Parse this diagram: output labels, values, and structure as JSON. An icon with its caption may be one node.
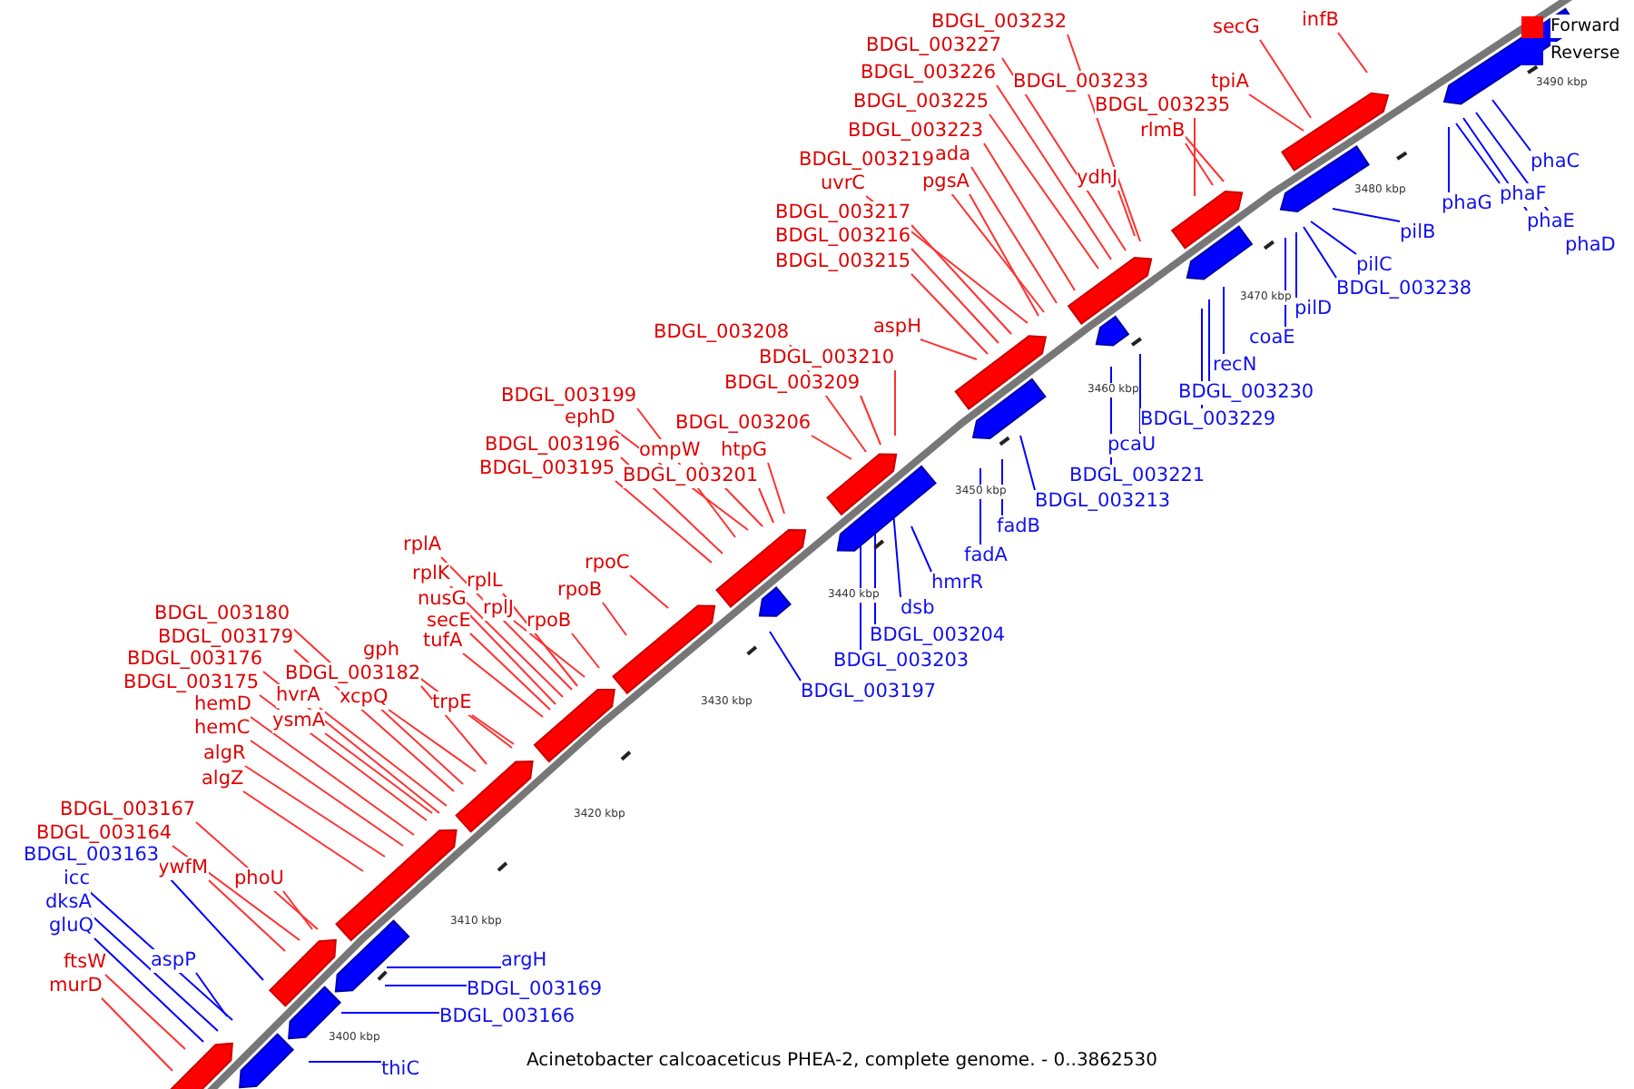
{
  "diagram": {
    "caption": "Acinetobacter calcoaceticus PHEA-2, complete genome. - 0..3862530",
    "nodes": [
      {
        "text": [
          "BDGL_003232"
        ]
      },
      {
        "text": [
          "infB"
        ]
      },
      {
        "text": [
          "secG"
        ]
      },
      {
        "text": [
          "BDGL_003227"
        ]
      },
      {
        "text": [
          "BDGL_003226"
        ]
      },
      {
        "text": [
          "BDGL_003233"
        ]
      },
      {
        "text": [
          "tpiA"
        ]
      },
      {
        "text": [
          "BDGL_003225"
        ]
      },
      {
        "text": [
          "BDGL_003235"
        ]
      },
      {
        "text": [
          "BDGL_003223"
        ]
      },
      {
        "text": [
          "rlmB"
        ]
      },
      {
        "text": [
          "BDGL_003219"
        ]
      },
      {
        "text": [
          "ada"
        ]
      },
      {
        "text": [
          "uvrC"
        ]
      },
      {
        "text": [
          "pgsA"
        ]
      },
      {
        "text": [
          "ydhJ"
        ]
      },
      {
        "text": [
          "BDGL_003217"
        ]
      },
      {
        "text": [
          "BDGL_003216"
        ]
      },
      {
        "text": [
          "BDGL_003215"
        ]
      },
      {
        "text": [
          "aspH"
        ]
      },
      {
        "text": [
          "BDGL_003208"
        ]
      },
      {
        "text": [
          "BDGL_003210"
        ]
      },
      {
        "text": [
          "BDGL_003209"
        ]
      },
      {
        "text": [
          "BDGL_003199"
        ]
      },
      {
        "text": [
          "ephD"
        ]
      },
      {
        "text": [
          "BDGL_003206"
        ]
      },
      {
        "text": [
          "BDGL_003196"
        ]
      },
      {
        "text": [
          "ompW"
        ]
      },
      {
        "text": [
          "htpG"
        ]
      },
      {
        "text": [
          "BDGL_003195"
        ]
      },
      {
        "text": [
          "BDGL_003201"
        ]
      },
      {
        "text": [
          "rplA"
        ]
      },
      {
        "text": [
          "rpoC"
        ]
      },
      {
        "text": [
          "rplK"
        ]
      },
      {
        "text": [
          "rplL"
        ]
      },
      {
        "text": [
          "rpoB"
        ]
      },
      {
        "text": [
          "nusG"
        ]
      },
      {
        "text": [
          "rplJ"
        ]
      },
      {
        "text": [
          "secE"
        ]
      },
      {
        "text": [
          "rpoB"
        ]
      },
      {
        "text": [
          "tufA"
        ]
      },
      {
        "text": [
          "BDGL_003180"
        ]
      },
      {
        "text": [
          "BDGL_003179"
        ]
      },
      {
        "text": [
          "gph"
        ]
      },
      {
        "text": [
          "BDGL_003176"
        ]
      },
      {
        "text": [
          "BDGL_003182"
        ]
      },
      {
        "text": [
          "BDGL_003175"
        ]
      },
      {
        "text": [
          "hvrA"
        ]
      },
      {
        "text": [
          "xcpQ"
        ]
      },
      {
        "text": [
          "hemD"
        ]
      },
      {
        "text": [
          "trpE"
        ]
      },
      {
        "text": [
          "ysmA"
        ]
      },
      {
        "text": [
          "hemC"
        ]
      },
      {
        "text": [
          "algR"
        ]
      },
      {
        "text": [
          "algZ"
        ]
      },
      {
        "text": [
          "BDGL_003167"
        ]
      },
      {
        "text": [
          "BDGL_003164"
        ]
      },
      {
        "text": [
          "ywfM"
        ]
      },
      {
        "text": [
          "phoU"
        ]
      },
      {
        "text": [
          "ftsW"
        ]
      },
      {
        "text": [
          "murD"
        ]
      },
      {
        "text": [
          "phaC"
        ]
      },
      {
        "text": [
          "phaG"
        ]
      },
      {
        "text": [
          "phaF"
        ]
      },
      {
        "text": [
          "phaE"
        ]
      },
      {
        "text": [
          "phaD"
        ]
      },
      {
        "text": [
          "pilB"
        ]
      },
      {
        "text": [
          "pilC"
        ]
      },
      {
        "text": [
          "BDGL_003238"
        ]
      },
      {
        "text": [
          "pilD"
        ]
      },
      {
        "text": [
          "coaE"
        ]
      },
      {
        "text": [
          "recN"
        ]
      },
      {
        "text": [
          "BDGL_003230"
        ]
      },
      {
        "text": [
          "BDGL_003229"
        ]
      },
      {
        "text": [
          "pcaU"
        ]
      },
      {
        "text": [
          "BDGL_003221"
        ]
      },
      {
        "text": [
          "BDGL_003213"
        ]
      },
      {
        "text": [
          "fadB"
        ]
      },
      {
        "text": [
          "fadA"
        ]
      },
      {
        "text": [
          "hmrR"
        ]
      },
      {
        "text": [
          "dsb"
        ]
      },
      {
        "text": [
          "BDGL_003204"
        ]
      },
      {
        "text": [
          "BDGL_003203"
        ]
      },
      {
        "text": [
          "BDGL_003197"
        ]
      },
      {
        "text": [
          "BDGL_003163"
        ]
      },
      {
        "text": [
          "icc"
        ]
      },
      {
        "text": [
          "dksA"
        ]
      },
      {
        "text": [
          "gluQ"
        ]
      },
      {
        "text": [
          "aspP"
        ]
      },
      {
        "text": [
          "argH"
        ]
      },
      {
        "text": [
          "BDGL_003169"
        ]
      },
      {
        "text": [
          "BDGL_003166"
        ]
      },
      {
        "text": [
          "thiC"
        ]
      }
    ],
    "edges": [
      {
        "from": 0,
        "to": null,
        "arrow": "none"
      },
      {
        "from": 1,
        "to": null,
        "arrow": "none"
      },
      {
        "from": 2,
        "to": null,
        "arrow": "none"
      },
      {
        "from": 3,
        "to": null,
        "arrow": "none"
      },
      {
        "from": 4,
        "to": null,
        "arrow": "none"
      },
      {
        "from": 5,
        "to": null,
        "arrow": "none"
      },
      {
        "from": 6,
        "to": null,
        "arrow": "none"
      },
      {
        "from": 7,
        "to": null,
        "arrow": "none"
      },
      {
        "from": 8,
        "to": null,
        "arrow": "none"
      },
      {
        "from": 9,
        "to": null,
        "arrow": "none"
      },
      {
        "from": 10,
        "to": null,
        "arrow": "none"
      },
      {
        "from": 11,
        "to": null,
        "arrow": "none"
      },
      {
        "from": 12,
        "to": null,
        "arrow": "none"
      },
      {
        "from": 13,
        "to": null,
        "arrow": "none"
      },
      {
        "from": 14,
        "to": null,
        "arrow": "none"
      },
      {
        "from": 15,
        "to": null,
        "arrow": "none"
      },
      {
        "from": 16,
        "to": null,
        "arrow": "none"
      },
      {
        "from": 17,
        "to": null,
        "arrow": "none"
      },
      {
        "from": 18,
        "to": null,
        "arrow": "none"
      },
      {
        "from": 19,
        "to": null,
        "arrow": "none"
      },
      {
        "from": 20,
        "to": null,
        "arrow": "none"
      },
      {
        "from": 21,
        "to": null,
        "arrow": "none"
      },
      {
        "from": 22,
        "to": null,
        "arrow": "none"
      },
      {
        "from": 23,
        "to": null,
        "arrow": "none"
      },
      {
        "from": 24,
        "to": null,
        "arrow": "none"
      },
      {
        "from": 25,
        "to": null,
        "arrow": "none"
      },
      {
        "from": 26,
        "to": null,
        "arrow": "none"
      },
      {
        "from": 27,
        "to": null,
        "arrow": "none"
      },
      {
        "from": 28,
        "to": null,
        "arrow": "none"
      },
      {
        "from": 29,
        "to": null,
        "arrow": "none"
      },
      {
        "from": 30,
        "to": null,
        "arrow": "none"
      },
      {
        "from": 31,
        "to": null,
        "arrow": "none"
      },
      {
        "from": 32,
        "to": null,
        "arrow": "none"
      },
      {
        "from": 33,
        "to": null,
        "arrow": "none"
      },
      {
        "from": 34,
        "to": null,
        "arrow": "none"
      },
      {
        "from": 35,
        "to": null,
        "arrow": "none"
      },
      {
        "from": 36,
        "to": null,
        "arrow": "none"
      },
      {
        "from": 37,
        "to": null,
        "arrow": "none"
      },
      {
        "from": 38,
        "to": null,
        "arrow": "none"
      },
      {
        "from": 39,
        "to": null,
        "arrow": "none"
      },
      {
        "from": 40,
        "to": null,
        "arrow": "none"
      },
      {
        "from": 41,
        "to": null,
        "arrow": "none"
      },
      {
        "from": 42,
        "to": null,
        "arrow": "none"
      },
      {
        "from": 43,
        "to": null,
        "arrow": "none"
      },
      {
        "from": 44,
        "to": null,
        "arrow": "none"
      },
      {
        "from": 45,
        "to": null,
        "arrow": "none"
      },
      {
        "from": 46,
        "to": null,
        "arrow": "none"
      },
      {
        "from": 47,
        "to": null,
        "arrow": "none"
      },
      {
        "from": 48,
        "to": null,
        "arrow": "none"
      },
      {
        "from": 49,
        "to": null,
        "arrow": "none"
      },
      {
        "from": 50,
        "to": null,
        "arrow": "none"
      },
      {
        "from": 51,
        "to": null,
        "arrow": "none"
      },
      {
        "from": 52,
        "to": null,
        "arrow": "none"
      },
      {
        "from": 53,
        "to": null,
        "arrow": "none"
      },
      {
        "from": 54,
        "to": null,
        "arrow": "none"
      },
      {
        "from": 55,
        "to": null,
        "arrow": "none"
      },
      {
        "from": 56,
        "to": null,
        "arrow": "none"
      },
      {
        "from": 57,
        "to": null,
        "arrow": "none"
      },
      {
        "from": 58,
        "to": null,
        "arrow": "none"
      },
      {
        "from": 59,
        "to": null,
        "arrow": "none"
      },
      {
        "from": 60,
        "to": null,
        "arrow": "none"
      },
      {
        "from": 61,
        "to": null,
        "arrow": "none",
        "color": "#0000ff"
      },
      {
        "from": 62,
        "to": null,
        "arrow": "none",
        "color": "#0000ff"
      },
      {
        "from": 63,
        "to": null,
        "arrow": "none",
        "color": "#0000ff"
      },
      {
        "from": 64,
        "to": null,
        "arrow": "none",
        "color": "#0000ff"
      },
      {
        "from": 65,
        "to": null,
        "arrow": "none",
        "color": "#0000ff"
      },
      {
        "from": 66,
        "to": null,
        "arrow": "none",
        "color": "#0000ff"
      },
      {
        "from": 67,
        "to": null,
        "arrow": "none",
        "color": "#0000ff"
      },
      {
        "from": 68,
        "to": null,
        "arrow": "none",
        "color": "#0000ff"
      },
      {
        "from": 69,
        "to": null,
        "arrow": "none",
        "color": "#0000ff"
      },
      {
        "from": 70,
        "to": null,
        "arrow": "none",
        "color": "#0000ff"
      },
      {
        "from": 71,
        "to": null,
        "arrow": "none",
        "color": "#0000ff"
      },
      {
        "from": 72,
        "to": null,
        "arrow": "none",
        "color": "#0000ff"
      },
      {
        "from": 73,
        "to": null,
        "arrow": "none",
        "color": "#0000ff"
      },
      {
        "from": 74,
        "to": null,
        "arrow": "none",
        "color": "#0000ff"
      },
      {
        "from": 75,
        "to": null,
        "arrow": "none",
        "color": "#0000ff"
      },
      {
        "from": 76,
        "to": null,
        "arrow": "none",
        "color": "#0000ff"
      },
      {
        "from": 77,
        "to": null,
        "arrow": "none",
        "color": "#0000ff"
      },
      {
        "from": 78,
        "to": null,
        "arrow": "none",
        "color": "#0000ff"
      },
      {
        "from": 79,
        "to": null,
        "arrow": "none",
        "color": "#0000ff"
      },
      {
        "from": 80,
        "to": null,
        "arrow": "none",
        "color": "#0000ff"
      },
      {
        "from": 81,
        "to": null,
        "arrow": "none",
        "color": "#0000ff"
      },
      {
        "from": 82,
        "to": null,
        "arrow": "none",
        "color": "#0000ff"
      },
      {
        "from": 83,
        "to": null,
        "arrow": "none",
        "color": "#0000ff"
      },
      {
        "from": 84,
        "to": null,
        "arrow": "none",
        "color": "#0000ff"
      },
      {
        "from": 85,
        "to": null,
        "arrow": "none",
        "color": "#0000ff"
      },
      {
        "from": 86,
        "to": null,
        "arrow": "none",
        "color": "#0000ff"
      },
      {
        "from": 87,
        "to": null,
        "arrow": "none",
        "color": "#0000ff"
      },
      {
        "from": 88,
        "to": null,
        "arrow": "none",
        "color": "#0000ff"
      },
      {
        "from": 89,
        "to": null,
        "arrow": "none",
        "color": "#0000ff"
      },
      {
        "from": 90,
        "to": null,
        "arrow": "none",
        "color": "#0000ff"
      },
      {
        "from": 91,
        "to": null,
        "arrow": "none",
        "color": "#0000ff"
      },
      {
        "from": 92,
        "to": null,
        "arrow": "none",
        "color": "#0000ff"
      }
    ],
    "labels": [
      "3490 kbp",
      "3480 kbp",
      "3470 kbp",
      "3460 kbp",
      "3450 kbp",
      "3440 kbp",
      "3430 kbp",
      "3420 kbp",
      "3410 kbp",
      "3400 kbp"
    ],
    "legend": [
      {
        "text": "Forward",
        "color": "#ff0000"
      },
      {
        "text": "Reverse",
        "color": "#0000ff"
      }
    ]
  }
}
